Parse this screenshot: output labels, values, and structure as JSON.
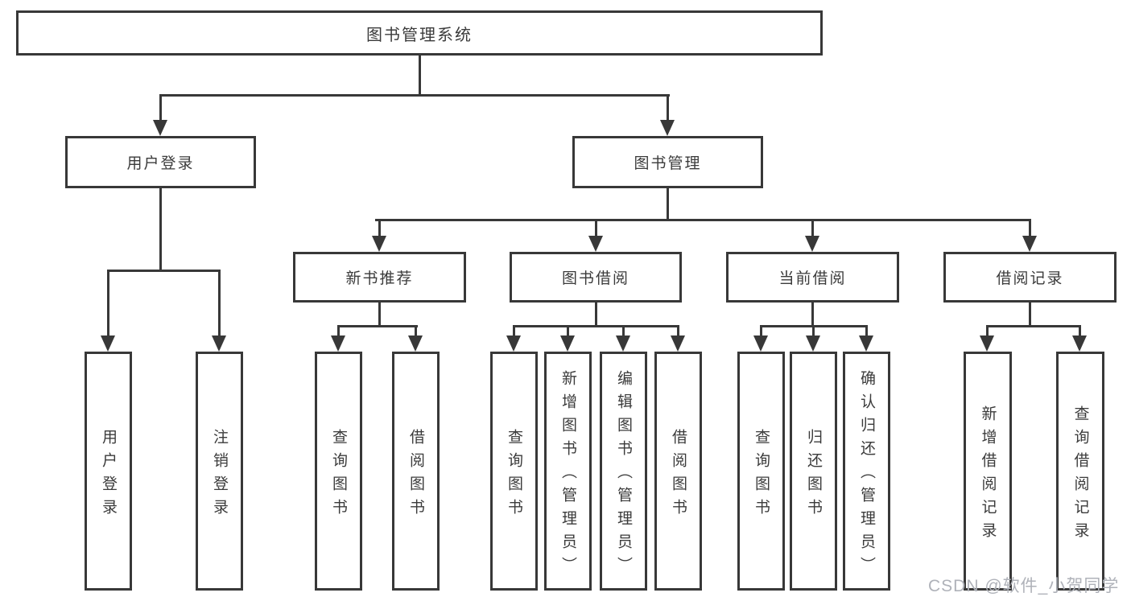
{
  "tree": {
    "root": {
      "label": "图书管理系统",
      "children": [
        {
          "label": "用户登录",
          "children": [
            {
              "label": "用户登录"
            },
            {
              "label": "注销登录"
            }
          ]
        },
        {
          "label": "图书管理",
          "children": [
            {
              "label": "新书推荐",
              "children": [
                {
                  "label": "查询图书"
                },
                {
                  "label": "借阅图书"
                }
              ]
            },
            {
              "label": "图书借阅",
              "children": [
                {
                  "label": "查询图书"
                },
                {
                  "label": "新增图书（管理员）"
                },
                {
                  "label": "编辑图书（管理员）"
                },
                {
                  "label": "借阅图书"
                }
              ]
            },
            {
              "label": "当前借阅",
              "children": [
                {
                  "label": "查询图书"
                },
                {
                  "label": "归还图书"
                },
                {
                  "label": "确认归还（管理员）"
                }
              ]
            },
            {
              "label": "借阅记录",
              "children": [
                {
                  "label": "新增借阅记录"
                },
                {
                  "label": "查询借阅记录"
                }
              ]
            }
          ]
        }
      ]
    }
  },
  "watermark": {
    "text": "CSDN @软件_小贺同学"
  },
  "colors": {
    "line": "#383838",
    "text": "#3b3b3b",
    "watermark": "#afb2b9",
    "background": "#ffffff"
  }
}
